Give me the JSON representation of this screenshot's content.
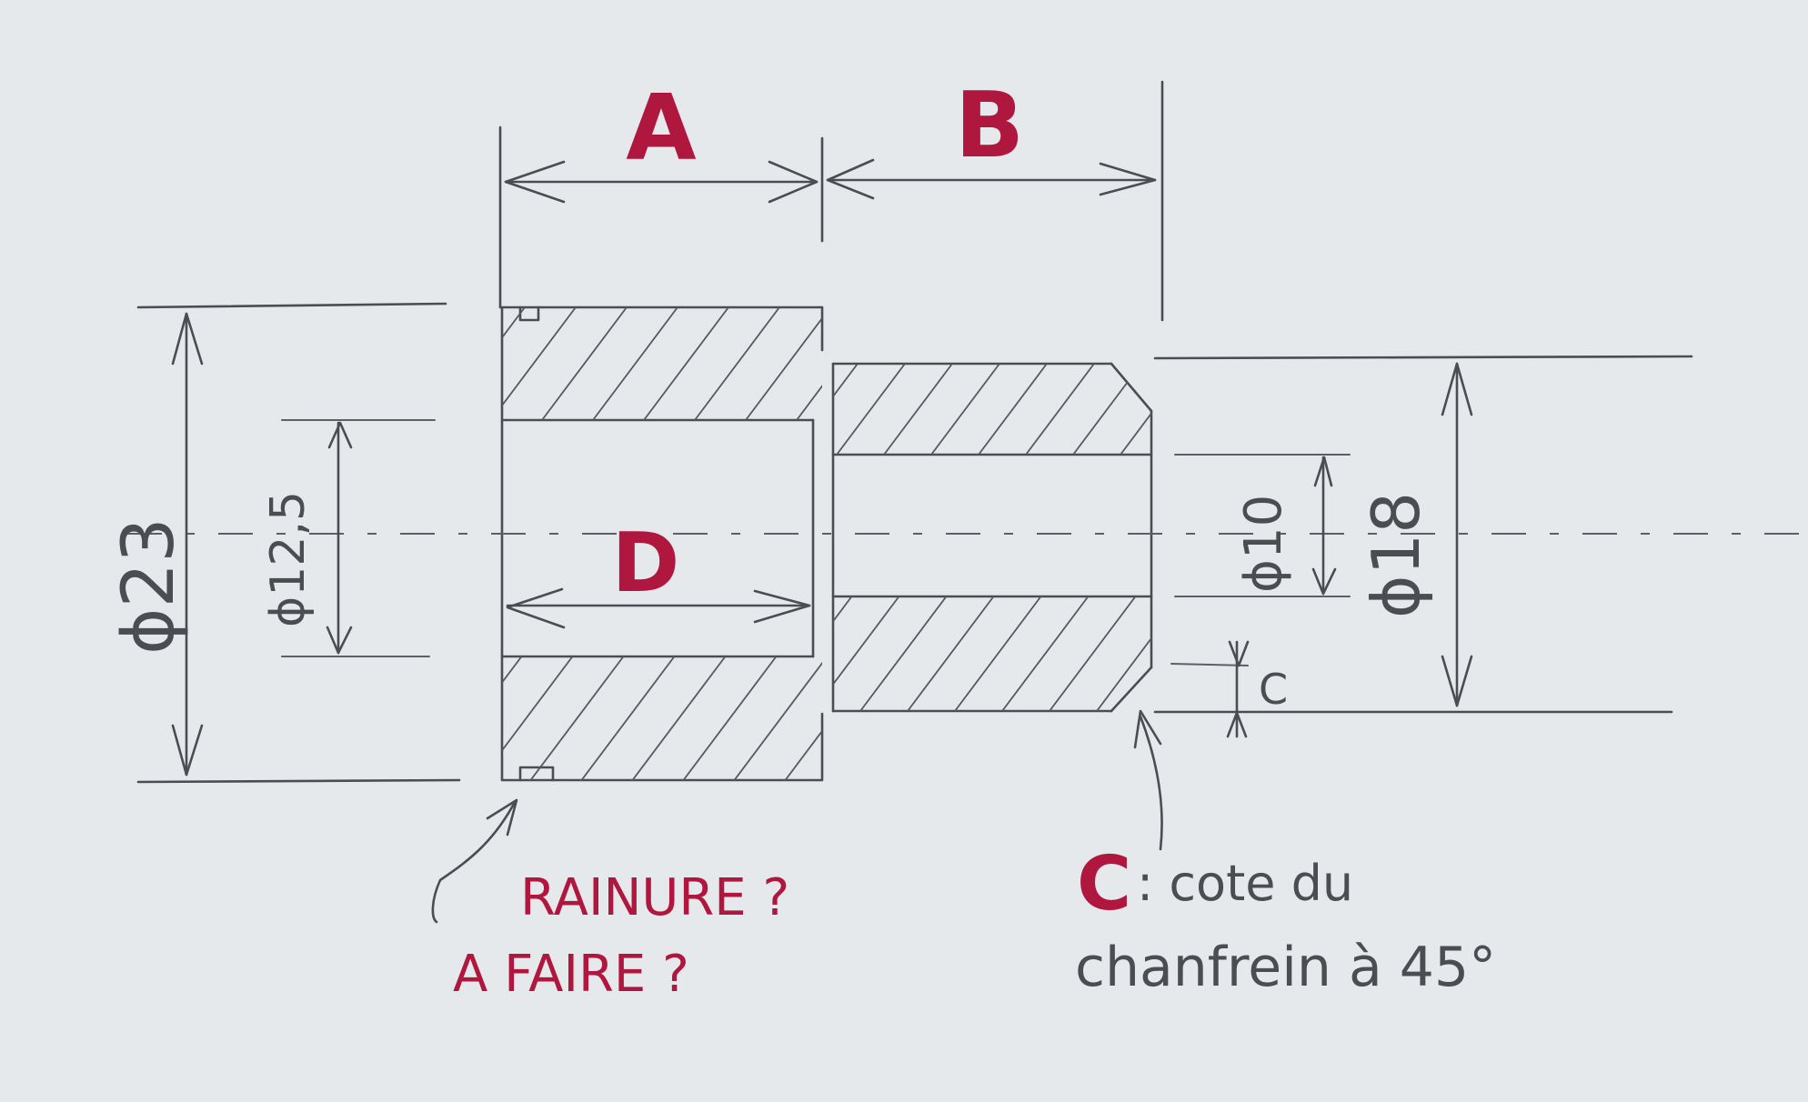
{
  "labels": {
    "a": "A",
    "b": "B",
    "d": "D",
    "c_big": "C",
    "c_small": "C",
    "dim_outer": "ϕ23",
    "dim_bore": "ϕ12,5",
    "dim_inner": "ϕ10",
    "dim_shaft": "ϕ18",
    "groove_line1": "RAINURE ?",
    "groove_line2": "A FAIRE ?",
    "chamfer_line1": ": cote du",
    "chamfer_line2": "chanfrein à 45°"
  },
  "colors": {
    "paper": "#e6e9ec",
    "pencil": "#4a4d52",
    "red_ink": "#b0173e"
  }
}
